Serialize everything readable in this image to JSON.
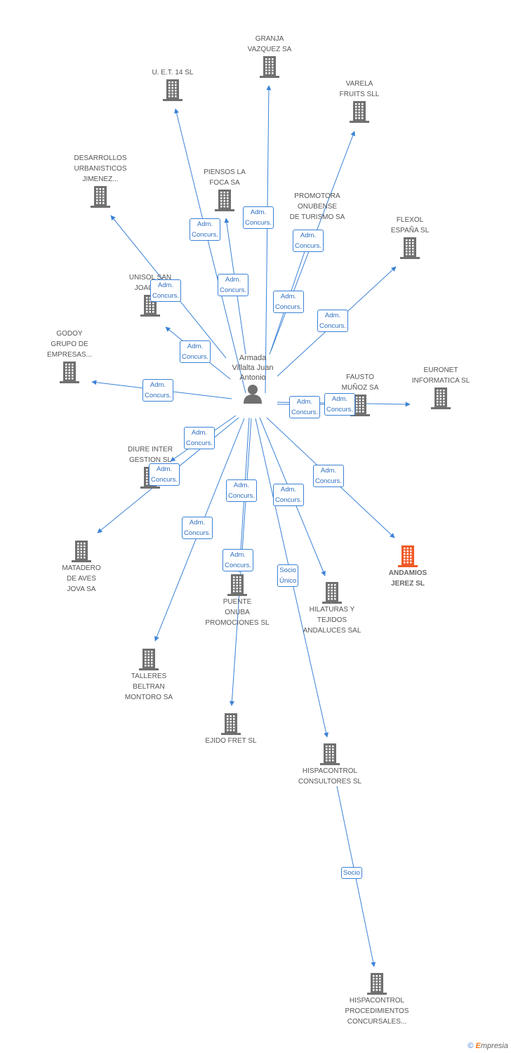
{
  "center": {
    "name": "Armada\nVillalta Juan\nAntonio"
  },
  "companies": [
    {
      "id": "granja",
      "name": "GRANJA\nVAZQUEZ SA"
    },
    {
      "id": "uet14",
      "name": "U. E.T. 14 SL"
    },
    {
      "id": "varela",
      "name": "VARELA\nFRUITS SLL"
    },
    {
      "id": "desarrollos",
      "name": "DESARROLLOS\nURBANISTICOS\nJIMENEZ..."
    },
    {
      "id": "piensos",
      "name": "PIENSOS LA\nFOCA SA"
    },
    {
      "id": "promotora",
      "name": "PROMOTORA\nONUBENSE\nDE TURISMO SA"
    },
    {
      "id": "flexol",
      "name": "FLEXOL\nESPAÑA SL"
    },
    {
      "id": "unisol",
      "name": "UNISOL SAN\nJOAQUIN"
    },
    {
      "id": "godoy",
      "name": "GODOY\nGRUPO DE\nEMPRESAS..."
    },
    {
      "id": "fausto",
      "name": "FAUSTO\nMUÑOZ SA"
    },
    {
      "id": "euronet",
      "name": "EURONET\nINFORMATICA SL"
    },
    {
      "id": "diure",
      "name": "DIURE INTER\nGESTION SL"
    },
    {
      "id": "matadero",
      "name": "MATADERO\nDE AVES\nJOVA SA"
    },
    {
      "id": "andamios",
      "name": "ANDAMIOS\nJEREZ SL",
      "highlight": true
    },
    {
      "id": "puente",
      "name": "PUENTE\nONUBA\nPROMOCIONES SL"
    },
    {
      "id": "hilaturas",
      "name": "HILATURAS Y\nTEJIDOS\nANDALUCES SAL"
    },
    {
      "id": "talleres",
      "name": "TALLERES\nBELTRAN\nMONTORO SA"
    },
    {
      "id": "ejido",
      "name": "EJIDO FRET SL"
    },
    {
      "id": "hispacontrol",
      "name": "HISPACONTROL\nCONSULTORES SL"
    },
    {
      "id": "hispaproc",
      "name": "HISPACONTROL\nPROCEDIMIENTOS\nCONCURSALES..."
    }
  ],
  "relations": [
    {
      "from": "center",
      "to": "granja",
      "label": "Adm.\nConcurs."
    },
    {
      "from": "center",
      "to": "uet14",
      "label": "Adm.\nConcurs."
    },
    {
      "from": "center",
      "to": "varela",
      "label": "Adm.\nConcurs."
    },
    {
      "from": "center",
      "to": "desarrollos",
      "label": "Adm.\nConcurs."
    },
    {
      "from": "center",
      "to": "piensos",
      "label": "Adm.\nConcurs."
    },
    {
      "from": "center",
      "to": "promotora",
      "label": "Adm.\nConcurs."
    },
    {
      "from": "center",
      "to": "flexol",
      "label": "Adm.\nConcurs."
    },
    {
      "from": "center",
      "to": "unisol",
      "label": "Adm.\nConcurs."
    },
    {
      "from": "center",
      "to": "godoy",
      "label": "Adm.\nConcurs."
    },
    {
      "from": "center",
      "to": "fausto",
      "label": "Adm.\nConcurs."
    },
    {
      "from": "center",
      "to": "euronet",
      "label": "Adm.\nConcurs."
    },
    {
      "from": "center",
      "to": "diure",
      "label": "Adm.\nConcurs."
    },
    {
      "from": "center",
      "to": "matadero",
      "label": "Adm.\nConcurs."
    },
    {
      "from": "center",
      "to": "andamios",
      "label": "Adm.\nConcurs."
    },
    {
      "from": "center",
      "to": "puente",
      "label": "Adm.\nConcurs."
    },
    {
      "from": "center",
      "to": "hilaturas",
      "label": "Adm.\nConcurs."
    },
    {
      "from": "center",
      "to": "talleres",
      "label": "Adm.\nConcurs."
    },
    {
      "from": "center",
      "to": "ejido",
      "label": "Adm.\nConcurs."
    },
    {
      "from": "center",
      "to": "hispacontrol",
      "label": "Socio\nÚnico"
    },
    {
      "from": "hispacontrol",
      "to": "hispaproc",
      "label": "Socio"
    }
  ],
  "colors": {
    "edge": "#3b82d6",
    "building": "#707070",
    "highlight": "#f05a28",
    "badge_text": "#2f6fc0"
  },
  "footer": {
    "symbol": "©",
    "brand_initial": "E",
    "brand_rest": "mpresia"
  }
}
